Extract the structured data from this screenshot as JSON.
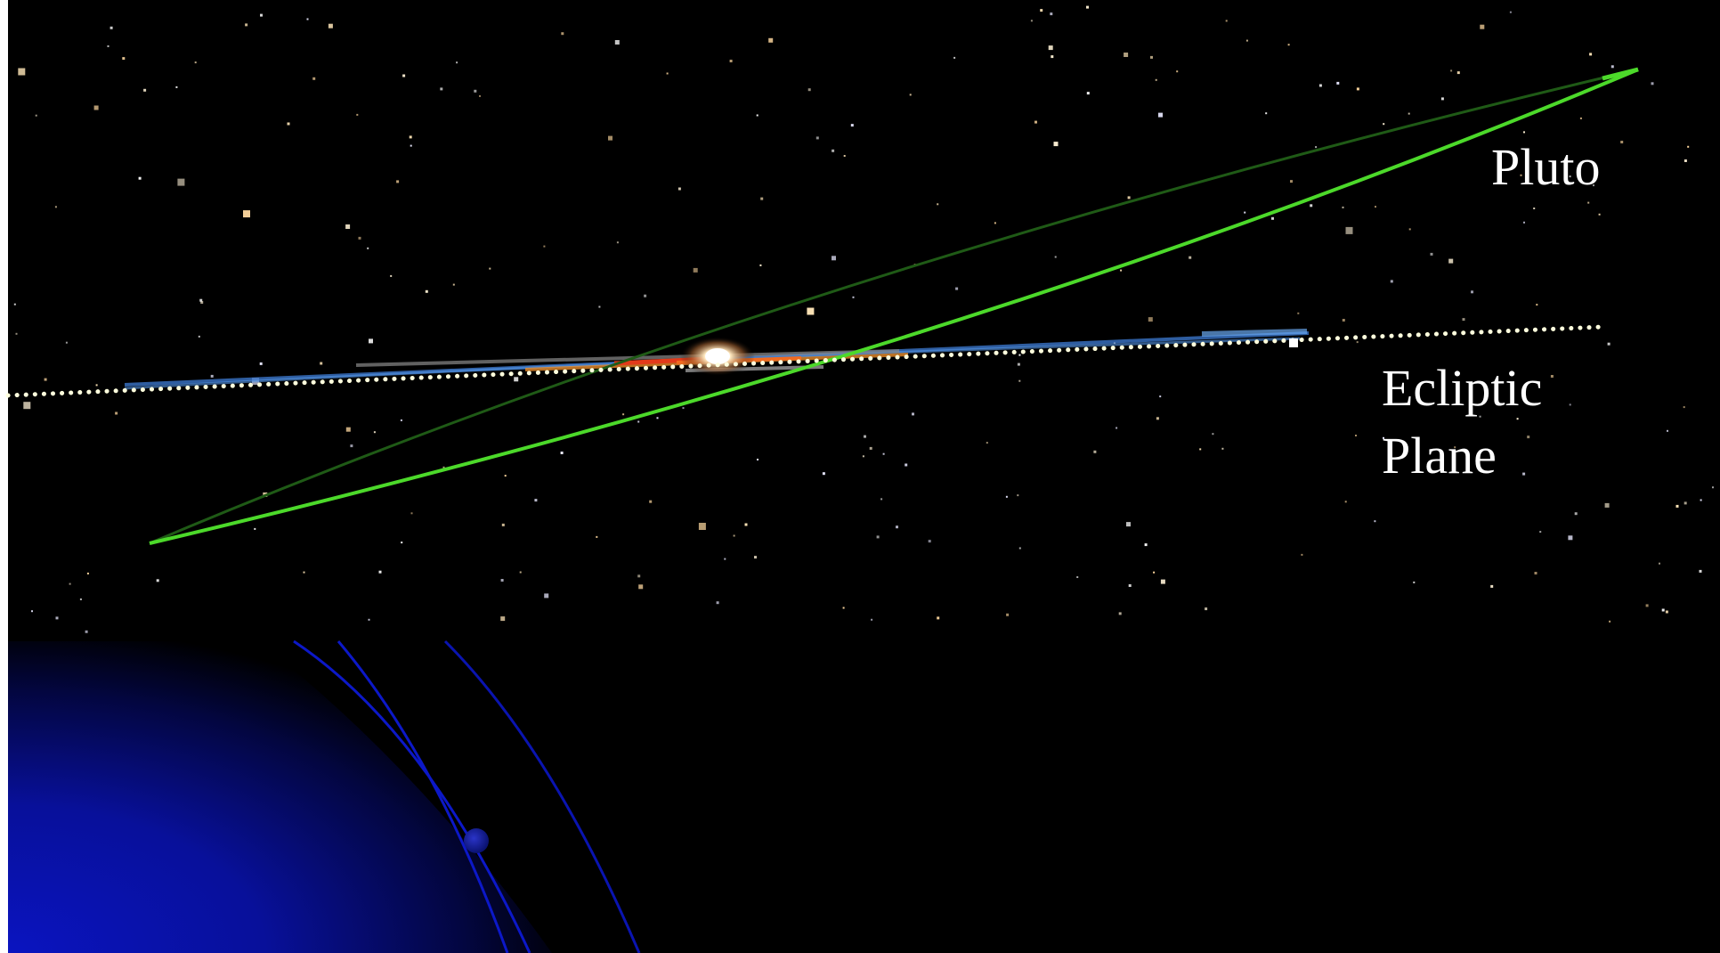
{
  "labels": {
    "pluto": "Pluto",
    "ecliptic_line1": "Ecliptic",
    "ecliptic_line2": "Plane"
  },
  "colors": {
    "space": "#000000",
    "pluto_orbit": "#4cd92a",
    "pluto_orbit_far": "#1f5a16",
    "ecliptic_dots": "#ffffdd",
    "planet_blue": "#0a14b8",
    "inner_orbit_red": "#e23a1a",
    "inner_orbit_orange": "#e88c2a",
    "inner_orbit_blue": "#4a8ee0",
    "label_text": "#ffffff"
  },
  "icons": {
    "sun": "sun-glow",
    "moon": "moon-sphere"
  }
}
